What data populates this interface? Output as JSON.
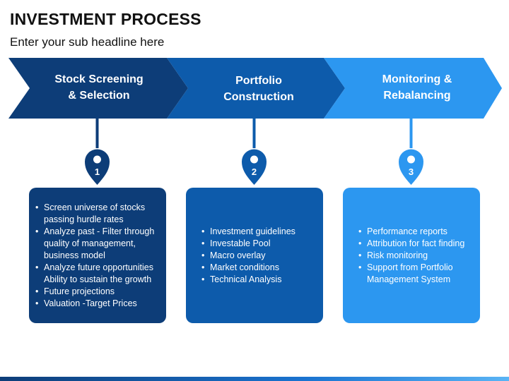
{
  "title": "INVESTMENT PROCESS",
  "subtitle": "Enter your sub headline here",
  "colors": {
    "step1": "#0d3d78",
    "step2": "#0d5bab",
    "step3": "#2c97f0"
  },
  "steps": [
    {
      "number": "1",
      "label": "Stock Screening\n& Selection",
      "items": [
        "Screen universe of stocks passing hurdle rates",
        " Analyze past - Filter through quality of management, business model",
        "Analyze future opportunities Ability to sustain the growth",
        "Future projections",
        "Valuation -Target Prices"
      ]
    },
    {
      "number": "2",
      "label": "Portfolio\nConstruction",
      "items": [
        "Investment guidelines",
        "Investable Pool",
        "Macro overlay",
        "Market conditions",
        "Technical Analysis"
      ]
    },
    {
      "number": "3",
      "label": "Monitoring &\nRebalancing",
      "items": [
        "Performance reports",
        "Attribution for fact finding",
        "Risk monitoring",
        "Support from Portfolio Management System"
      ]
    }
  ]
}
